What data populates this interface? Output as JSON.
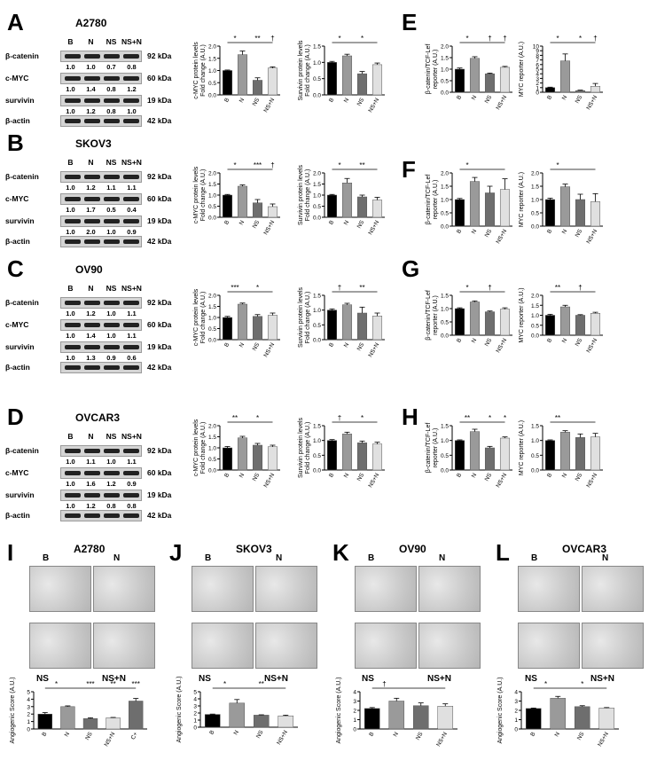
{
  "panels_left": [
    {
      "letter": "A",
      "cell": "A2780",
      "lanes": [
        "B",
        "N",
        "NS",
        "NS+N"
      ],
      "blots": [
        {
          "name": "β-catenin",
          "kda": "92 kDa",
          "nums": [
            "1.0",
            "1.0",
            "0.7",
            "0.8"
          ]
        },
        {
          "name": "c-MYC",
          "kda": "60 kDa",
          "nums": [
            "1.0",
            "1.4",
            "0.8",
            "1.2"
          ]
        },
        {
          "name": "survivin",
          "kda": "19 kDa",
          "nums": [
            "1.0",
            "1.2",
            "0.8",
            "1.0"
          ]
        },
        {
          "name": "β-actin",
          "kda": "42 kDa",
          "nums": []
        }
      ]
    },
    {
      "letter": "B",
      "cell": "SKOV3",
      "lanes": [
        "B",
        "N",
        "NS",
        "NS+N"
      ],
      "blots": [
        {
          "name": "β-catenin",
          "kda": "92 kDa",
          "nums": [
            "1.0",
            "1.2",
            "1.1",
            "1.1"
          ]
        },
        {
          "name": "c-MYC",
          "kda": "60 kDa",
          "nums": [
            "1.0",
            "1.7",
            "0.5",
            "0.4"
          ]
        },
        {
          "name": "survivin",
          "kda": "19 kDa",
          "nums": [
            "1.0",
            "2.0",
            "1.0",
            "0.9"
          ]
        },
        {
          "name": "β-actin",
          "kda": "42 kDa",
          "nums": []
        }
      ]
    },
    {
      "letter": "C",
      "cell": "OV90",
      "lanes": [
        "B",
        "N",
        "NS",
        "NS+N"
      ],
      "blots": [
        {
          "name": "β-catenin",
          "kda": "92 kDa",
          "nums": [
            "1.0",
            "1.2",
            "1.0",
            "1.1"
          ]
        },
        {
          "name": "c-MYC",
          "kda": "60 kDa",
          "nums": [
            "1.0",
            "1.4",
            "1.0",
            "1.1"
          ]
        },
        {
          "name": "survivin",
          "kda": "19 kDa",
          "nums": [
            "1.0",
            "1.3",
            "0.9",
            "0.6"
          ]
        },
        {
          "name": "β-actin",
          "kda": "42 kDa",
          "nums": []
        }
      ]
    },
    {
      "letter": "D",
      "cell": "OVCAR3",
      "lanes": [
        "B",
        "N",
        "NS",
        "NS+N"
      ],
      "blots": [
        {
          "name": "β-catenin",
          "kda": "92 kDa",
          "nums": [
            "1.0",
            "1.1",
            "1.0",
            "1.1"
          ]
        },
        {
          "name": "c-MYC",
          "kda": "60 kDa",
          "nums": [
            "1.0",
            "1.6",
            "1.2",
            "0.9"
          ]
        },
        {
          "name": "survivin",
          "kda": "19 kDa",
          "nums": [
            "1.0",
            "1.2",
            "0.8",
            "0.8"
          ]
        },
        {
          "name": "β-actin",
          "kda": "42 kDa",
          "nums": []
        }
      ]
    }
  ],
  "right_letters": [
    "E",
    "F",
    "G",
    "H"
  ],
  "bottom_panels": [
    {
      "letter": "I",
      "cell": "A2780",
      "labels": [
        "B",
        "N",
        "NS",
        "NS+N"
      ]
    },
    {
      "letter": "J",
      "cell": "SKOV3",
      "labels": [
        "B",
        "N",
        "NS",
        "NS+N"
      ]
    },
    {
      "letter": "K",
      "cell": "OV90",
      "labels": [
        "B",
        "N",
        "NS",
        "NS+N"
      ]
    },
    {
      "letter": "L",
      "cell": "OVCAR3",
      "labels": [
        "B",
        "N",
        "NS",
        "NS+N"
      ]
    }
  ],
  "colors": {
    "B": "#000000",
    "N": "#9a9a9a",
    "NS": "#6e6e6e",
    "NS+N": "#e0e0e0",
    "C+": "#6e6e6e"
  },
  "chart_data": [
    {
      "id": "A-cmyc",
      "type": "bar",
      "categories": [
        "B",
        "N",
        "NS",
        "NS+N"
      ],
      "values": [
        1.0,
        1.65,
        0.6,
        1.1
      ],
      "errors": [
        0.02,
        0.15,
        0.1,
        0.05
      ],
      "ylabel": "c-MYC protein levels\nFold change (A.U.)",
      "ylim": [
        0,
        2.0
      ],
      "yticks": [
        "0.0",
        "0.5",
        "1.0",
        "1.5",
        "2.0"
      ],
      "sig": [
        "*",
        "**",
        "†"
      ]
    },
    {
      "id": "A-surv",
      "type": "bar",
      "categories": [
        "B",
        "N",
        "NS",
        "NS+N"
      ],
      "values": [
        1.0,
        1.2,
        0.65,
        0.93
      ],
      "errors": [
        0.03,
        0.05,
        0.07,
        0.05
      ],
      "ylabel": "Survivin protein levels\nFold change (A.U.)",
      "ylim": [
        0,
        1.5
      ],
      "yticks": [
        "0.0",
        "0.5",
        "1.0",
        "1.5"
      ],
      "sig": [
        "*",
        "*"
      ]
    },
    {
      "id": "E-bcat",
      "type": "bar",
      "categories": [
        "B",
        "N",
        "NS",
        "NS+N"
      ],
      "values": [
        1.0,
        1.47,
        0.8,
        1.08
      ],
      "errors": [
        0.05,
        0.07,
        0.03,
        0.04
      ],
      "ylabel": "β-catenin/TCF-Lef\nreporter (A.U.)",
      "ylim": [
        0,
        2.0
      ],
      "yticks": [
        "0.0",
        "0.5",
        "1.0",
        "1.5",
        "2.0"
      ],
      "sig": [
        "*",
        "†",
        "†"
      ]
    },
    {
      "id": "E-myc",
      "type": "bar",
      "categories": [
        "B",
        "N",
        "NS",
        "NS+N"
      ],
      "values": [
        1.0,
        6.8,
        0.35,
        1.3
      ],
      "errors": [
        0.1,
        1.5,
        0.1,
        0.6
      ],
      "ylabel": "MYC reporter (A.U.)",
      "ylim": [
        0,
        10
      ],
      "yticks": [
        "0",
        "1",
        "2",
        "3",
        "4",
        "5",
        "6",
        "7",
        "8",
        "9",
        "10"
      ],
      "sig": [
        "*",
        "*",
        "†"
      ]
    },
    {
      "id": "B-cmyc",
      "type": "bar",
      "categories": [
        "B",
        "N",
        "NS",
        "NS+N"
      ],
      "values": [
        1.0,
        1.4,
        0.65,
        0.48
      ],
      "errors": [
        0.03,
        0.06,
        0.15,
        0.12
      ],
      "ylabel": "c-MYC protein levels\nFold change (A.U.)",
      "ylim": [
        0,
        2.0
      ],
      "yticks": [
        "0.0",
        "0.5",
        "1.0",
        "1.5",
        "2.0"
      ],
      "sig": [
        "*",
        "***",
        "†"
      ]
    },
    {
      "id": "B-surv",
      "type": "bar",
      "categories": [
        "B",
        "N",
        "NS",
        "NS+N"
      ],
      "values": [
        1.0,
        1.55,
        0.92,
        0.78
      ],
      "errors": [
        0.03,
        0.2,
        0.08,
        0.12
      ],
      "ylabel": "Survivin protein levels\nFold change (A.U.)",
      "ylim": [
        0,
        2.0
      ],
      "yticks": [
        "0.0",
        "0.5",
        "1.0",
        "1.5",
        "2.0"
      ],
      "sig": [
        "*",
        "**"
      ]
    },
    {
      "id": "F-bcat",
      "type": "bar",
      "categories": [
        "B",
        "N",
        "NS",
        "NS+N"
      ],
      "values": [
        1.0,
        1.68,
        1.25,
        1.38
      ],
      "errors": [
        0.04,
        0.15,
        0.25,
        0.4
      ],
      "ylabel": "β-catenin/TCF-Lef\nreporter (A.U.)",
      "ylim": [
        0,
        2.0
      ],
      "yticks": [
        "0.0",
        "0.5",
        "1.0",
        "1.5",
        "2.0"
      ],
      "sig": [
        "*"
      ]
    },
    {
      "id": "F-myc",
      "type": "bar",
      "categories": [
        "B",
        "N",
        "NS",
        "NS+N"
      ],
      "values": [
        1.0,
        1.48,
        1.0,
        0.92
      ],
      "errors": [
        0.05,
        0.1,
        0.2,
        0.3
      ],
      "ylabel": "MYC reporter (A.U.)",
      "ylim": [
        0,
        2.0
      ],
      "yticks": [
        "0.0",
        "0.5",
        "1.0",
        "1.5",
        "2.0"
      ],
      "sig": [
        "*"
      ]
    },
    {
      "id": "C-cmyc",
      "type": "bar",
      "categories": [
        "B",
        "N",
        "NS",
        "NS+N"
      ],
      "values": [
        1.0,
        1.6,
        1.05,
        1.1
      ],
      "errors": [
        0.05,
        0.05,
        0.08,
        0.1
      ],
      "ylabel": "c-MYC protein levels\nFold change (A.U.)",
      "ylim": [
        0,
        2.0
      ],
      "yticks": [
        "0.0",
        "0.5",
        "1.0",
        "1.5",
        "2.0"
      ],
      "sig": [
        "***",
        "*"
      ]
    },
    {
      "id": "C-surv",
      "type": "bar",
      "categories": [
        "B",
        "N",
        "NS",
        "NS+N"
      ],
      "values": [
        1.0,
        1.18,
        0.9,
        0.8
      ],
      "errors": [
        0.04,
        0.05,
        0.2,
        0.1
      ],
      "ylabel": "Survivin protein levels\nFold change (A.U.)",
      "ylim": [
        0,
        1.5
      ],
      "yticks": [
        "0.0",
        "0.5",
        "1.0",
        "1.5"
      ],
      "sig": [
        "†",
        "**"
      ]
    },
    {
      "id": "G-bcat",
      "type": "bar",
      "categories": [
        "B",
        "N",
        "NS",
        "NS+N"
      ],
      "values": [
        1.0,
        1.25,
        0.88,
        0.98
      ],
      "errors": [
        0.03,
        0.04,
        0.03,
        0.05
      ],
      "ylabel": "β-catenin/TCF-Lef\nreporter (A.U.)",
      "ylim": [
        0,
        1.5
      ],
      "yticks": [
        "0.0",
        "0.5",
        "1.0",
        "1.5"
      ],
      "sig": [
        "*",
        "†"
      ]
    },
    {
      "id": "G-myc",
      "type": "bar",
      "categories": [
        "B",
        "N",
        "NS",
        "NS+N"
      ],
      "values": [
        1.0,
        1.42,
        1.0,
        1.1
      ],
      "errors": [
        0.05,
        0.08,
        0.03,
        0.05
      ],
      "ylabel": "MYC reporter (A.U.)",
      "ylim": [
        0,
        2.0
      ],
      "yticks": [
        "0.0",
        "0.5",
        "1.0",
        "1.5",
        "2.0"
      ],
      "sig": [
        "**",
        "†"
      ]
    },
    {
      "id": "D-cmyc",
      "type": "bar",
      "categories": [
        "B",
        "N",
        "NS",
        "NS+N"
      ],
      "values": [
        1.0,
        1.45,
        1.12,
        1.05
      ],
      "errors": [
        0.06,
        0.07,
        0.08,
        0.07
      ],
      "ylabel": "c-MYC protein levels\nFold change (A.U.)",
      "ylim": [
        0,
        2.0
      ],
      "yticks": [
        "0.0",
        "0.5",
        "1.0",
        "1.5",
        "2.0"
      ],
      "sig": [
        "**",
        "*"
      ]
    },
    {
      "id": "D-surv",
      "type": "bar",
      "categories": [
        "B",
        "N",
        "NS",
        "NS+N"
      ],
      "values": [
        1.0,
        1.22,
        0.92,
        0.88
      ],
      "errors": [
        0.03,
        0.06,
        0.06,
        0.06
      ],
      "ylabel": "Survivin protein levels\nFold change (A.U.)",
      "ylim": [
        0,
        1.5
      ],
      "yticks": [
        "0.0",
        "0.5",
        "1.0",
        "1.5"
      ],
      "sig": [
        "†",
        "*"
      ]
    },
    {
      "id": "H-bcat",
      "type": "bar",
      "categories": [
        "B",
        "N",
        "NS",
        "NS+N"
      ],
      "values": [
        1.0,
        1.3,
        0.75,
        1.08
      ],
      "errors": [
        0.02,
        0.08,
        0.05,
        0.04
      ],
      "ylabel": "β-catenin/TCF-Lef\nreporter (A.U.)",
      "ylim": [
        0,
        1.5
      ],
      "yticks": [
        "0.0",
        "0.5",
        "1.0",
        "1.5"
      ],
      "sig": [
        "**",
        "*",
        "*"
      ]
    },
    {
      "id": "H-myc",
      "type": "bar",
      "categories": [
        "B",
        "N",
        "NS",
        "NS+N"
      ],
      "values": [
        1.0,
        1.28,
        1.1,
        1.12
      ],
      "errors": [
        0.02,
        0.05,
        0.12,
        0.12
      ],
      "ylabel": "MYC reporter (A.U.)",
      "ylim": [
        0,
        1.5
      ],
      "yticks": [
        "0.0",
        "0.5",
        "1.0",
        "1.5"
      ],
      "sig": [
        "**"
      ]
    },
    {
      "id": "I-ang",
      "type": "bar",
      "categories": [
        "B",
        "N",
        "NS",
        "NS+N",
        "C+"
      ],
      "values": [
        2.0,
        3.0,
        1.4,
        1.5,
        3.75
      ],
      "errors": [
        0.2,
        0.1,
        0.1,
        0.05,
        0.35
      ],
      "ylabel": "Angiogenic Score (A.U.)",
      "ylim": [
        0,
        5
      ],
      "yticks": [
        "0",
        "1",
        "2",
        "3",
        "4",
        "5"
      ],
      "sig": [
        "*",
        "***",
        "**",
        "***"
      ]
    },
    {
      "id": "J-ang",
      "type": "bar",
      "categories": [
        "B",
        "N",
        "NS",
        "NS+N"
      ],
      "values": [
        1.8,
        3.4,
        1.7,
        1.6
      ],
      "errors": [
        0.05,
        0.5,
        0.05,
        0.1
      ],
      "ylabel": "Angiogenic Score (A.U.)",
      "ylim": [
        0,
        5
      ],
      "yticks": [
        "0",
        "1",
        "2",
        "3",
        "4",
        "5"
      ],
      "sig": [
        "*",
        "**"
      ]
    },
    {
      "id": "K-ang",
      "type": "bar",
      "categories": [
        "B",
        "N",
        "NS",
        "NS+N"
      ],
      "values": [
        2.2,
        3.0,
        2.5,
        2.45
      ],
      "errors": [
        0.1,
        0.3,
        0.3,
        0.25
      ],
      "ylabel": "Angiogenic Score (A.U.)",
      "ylim": [
        0,
        4
      ],
      "yticks": [
        "0",
        "1",
        "2",
        "3",
        "4"
      ],
      "sig": [
        "†"
      ]
    },
    {
      "id": "L-ang",
      "type": "bar",
      "categories": [
        "B",
        "N",
        "NS",
        "NS+N"
      ],
      "values": [
        2.2,
        3.3,
        2.4,
        2.25
      ],
      "errors": [
        0.05,
        0.2,
        0.1,
        0.05
      ],
      "ylabel": "Angiogenic Score (A.U.)",
      "ylim": [
        0,
        4
      ],
      "yticks": [
        "0",
        "1",
        "2",
        "3",
        "4"
      ],
      "sig": [
        "*",
        "*"
      ]
    }
  ]
}
